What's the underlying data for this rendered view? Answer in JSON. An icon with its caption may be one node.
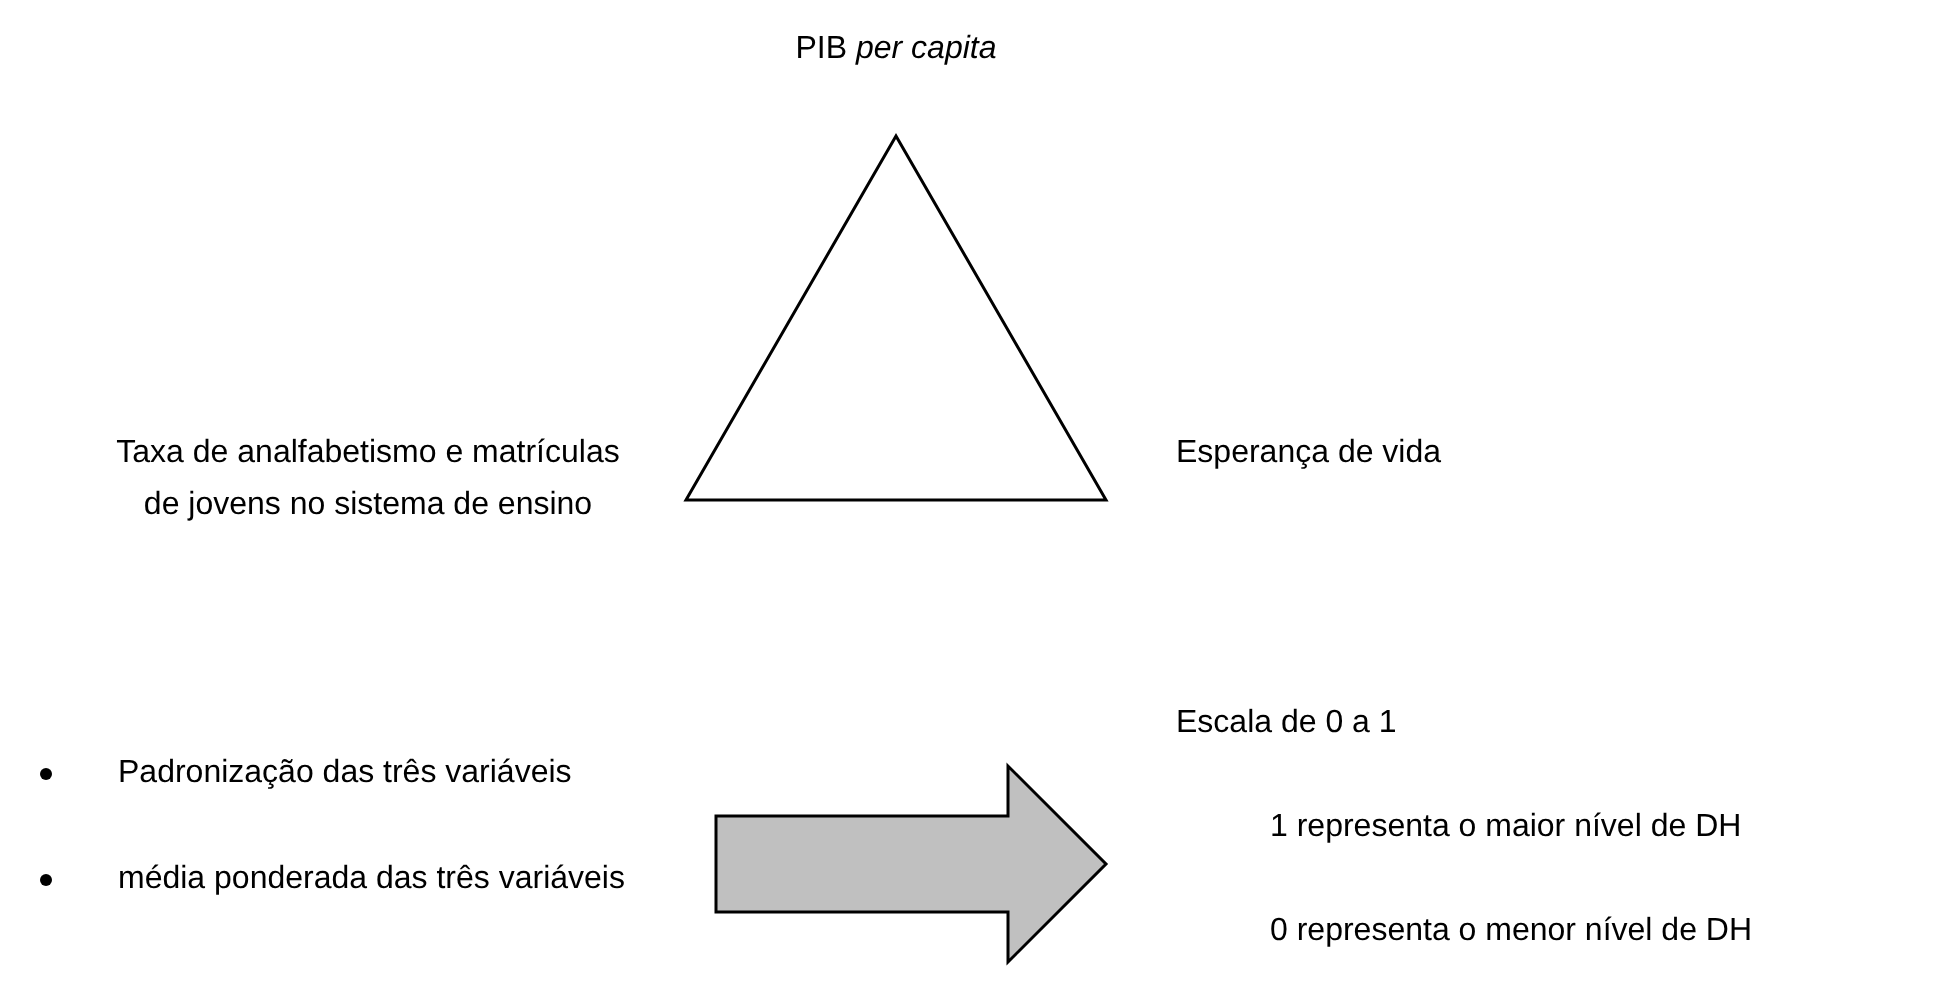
{
  "diagram": {
    "nodes": [
      {
        "text": [],
        "shape": "triangle",
        "beside": [
          "PIB *per capita*",
          "Taxa de analfabetismo e matrículas de jovens no sistema de ensino",
          "Esperança de vida"
        ]
      },
      {
        "text": [
          "Padronização das três variáveis",
          "média ponderada das três variáveis"
        ]
      },
      {
        "text": [
          "Escala de 0 a 1",
          "1 representa o maior nível de DH",
          "0 representa o menor nível de DH"
        ]
      }
    ],
    "edges": [
      {
        "from": 1,
        "to": 2,
        "arrow": "to",
        "style": "thick"
      }
    ]
  }
}
